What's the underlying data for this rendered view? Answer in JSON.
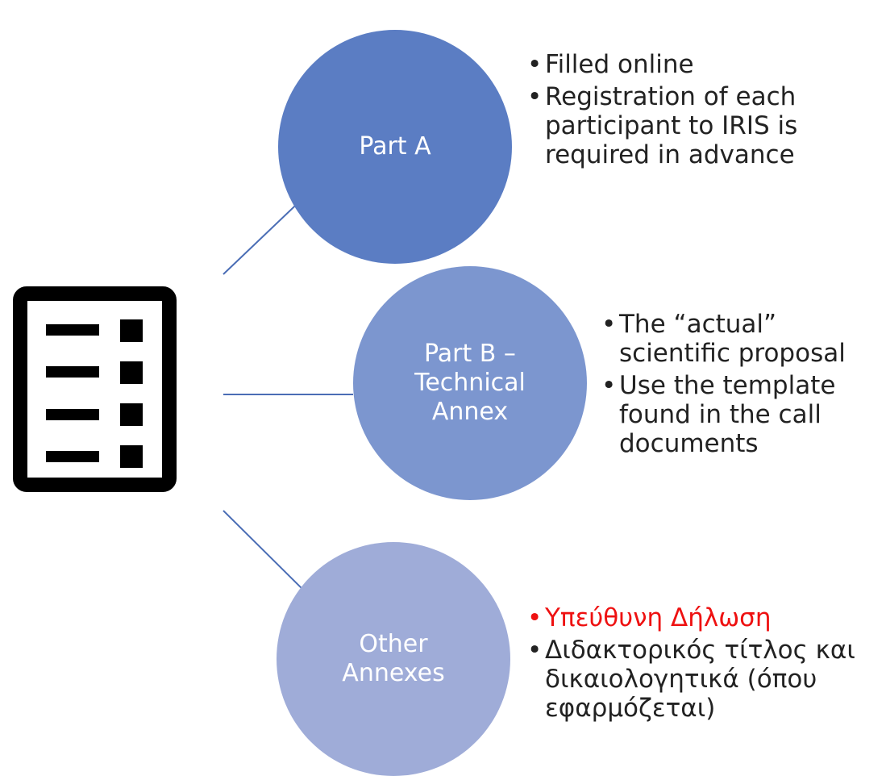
{
  "diagram": {
    "icon": "document-list-icon",
    "nodes": [
      {
        "label_line1": "Part A",
        "label_line2": "",
        "label_line3": "",
        "bullets": [
          {
            "text": "Filled online",
            "color": "#222222"
          },
          {
            "text": "Registration of each participant to IRIS is required in advance",
            "color": "#222222"
          }
        ]
      },
      {
        "label_line1": "Part B –",
        "label_line2": "Technical",
        "label_line3": "Annex",
        "bullets": [
          {
            "text": "The “actual” scientific proposal",
            "color": "#222222"
          },
          {
            "text": "Use the template found in the call documents",
            "color": "#222222"
          }
        ]
      },
      {
        "label_line1": "Other",
        "label_line2": "Annexes",
        "label_line3": "",
        "bullets": [
          {
            "text": "Υπεύθυνη Δήλωση",
            "color": "#ee1111"
          },
          {
            "text": "Διδακτορικός τίτλος και δικαιολογητικά (όπου εφαρμόζεται)",
            "color": "#222222"
          }
        ]
      }
    ],
    "colors": {
      "node1": "#5b7dc3",
      "node2": "#7c96cf",
      "node3": "#9facd8",
      "connector": "#4a6db5",
      "highlight": "#ee1111"
    }
  }
}
